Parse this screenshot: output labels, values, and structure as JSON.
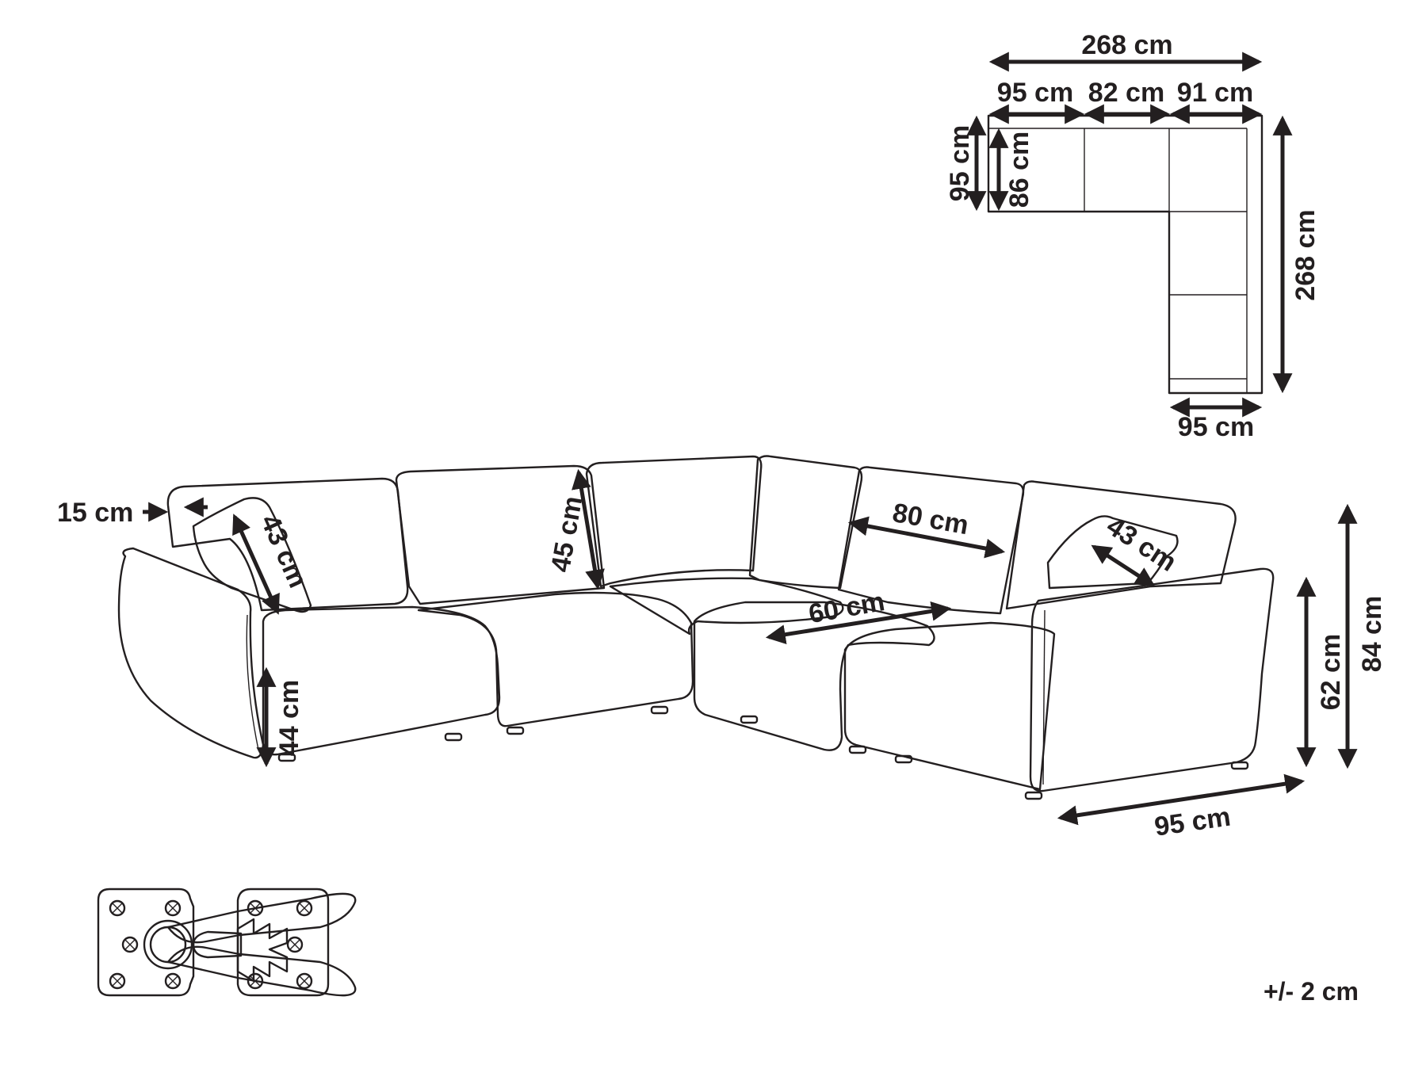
{
  "plan": {
    "total_width": "268 cm",
    "segment_1": "95 cm",
    "segment_2": "82 cm",
    "segment_3": "91 cm",
    "depth_outer": "95 cm",
    "depth_seat": "86 cm",
    "total_length": "268 cm",
    "bottom_depth": "95 cm"
  },
  "sofa": {
    "armrest_width": "15 cm",
    "cushion_left": "43 cm",
    "backrest_height": "45 cm",
    "seat_width": "80 cm",
    "cushion_right": "43 cm",
    "seat_depth": "60 cm",
    "seat_height": "44 cm",
    "arm_height": "62 cm",
    "total_height": "84 cm",
    "module_depth": "95 cm"
  },
  "tolerance": "+/- 2 cm"
}
